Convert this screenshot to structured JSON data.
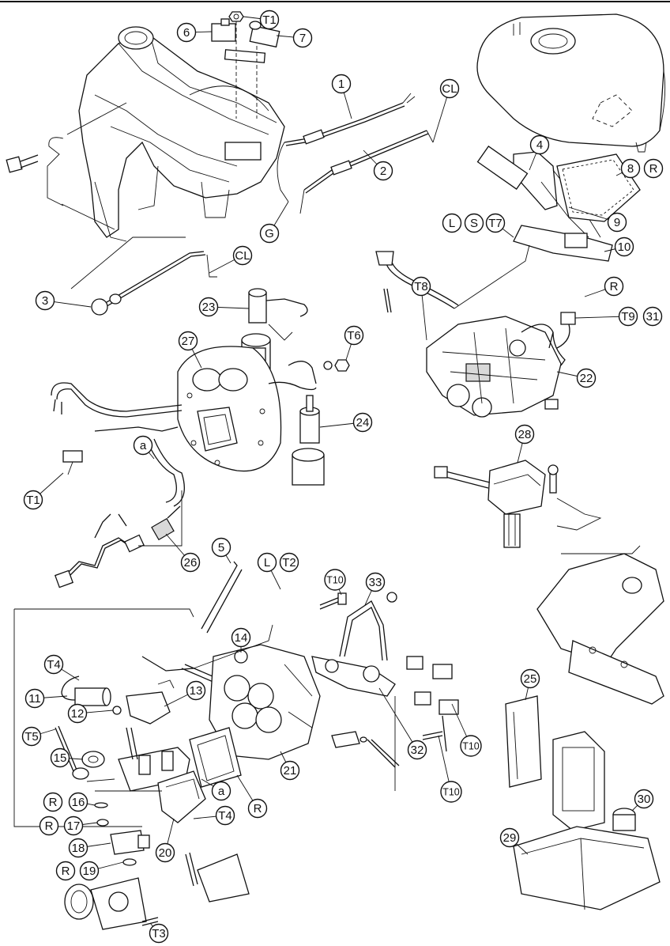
{
  "callouts": [
    {
      "id": "c-1",
      "label": "1"
    },
    {
      "id": "c-2",
      "label": "2"
    },
    {
      "id": "c-3",
      "label": "3"
    },
    {
      "id": "c-4",
      "label": "4"
    },
    {
      "id": "c-5",
      "label": "5"
    },
    {
      "id": "c-6",
      "label": "6"
    },
    {
      "id": "c-7",
      "label": "7"
    },
    {
      "id": "c-8",
      "label": "8"
    },
    {
      "id": "c-9",
      "label": "9"
    },
    {
      "id": "c-10",
      "label": "10"
    },
    {
      "id": "c-11",
      "label": "11"
    },
    {
      "id": "c-12",
      "label": "12"
    },
    {
      "id": "c-13",
      "label": "13"
    },
    {
      "id": "c-14",
      "label": "14"
    },
    {
      "id": "c-15",
      "label": "15"
    },
    {
      "id": "c-16",
      "label": "16"
    },
    {
      "id": "c-17",
      "label": "17"
    },
    {
      "id": "c-18",
      "label": "18"
    },
    {
      "id": "c-19",
      "label": "19"
    },
    {
      "id": "c-20",
      "label": "20"
    },
    {
      "id": "c-21",
      "label": "21"
    },
    {
      "id": "c-22",
      "label": "22"
    },
    {
      "id": "c-23",
      "label": "23"
    },
    {
      "id": "c-24",
      "label": "24"
    },
    {
      "id": "c-25",
      "label": "25"
    },
    {
      "id": "c-26",
      "label": "26"
    },
    {
      "id": "c-27",
      "label": "27"
    },
    {
      "id": "c-28",
      "label": "28"
    },
    {
      "id": "c-29",
      "label": "29"
    },
    {
      "id": "c-30",
      "label": "30"
    },
    {
      "id": "c-31",
      "label": "31"
    },
    {
      "id": "c-32",
      "label": "32"
    },
    {
      "id": "c-33",
      "label": "33"
    },
    {
      "id": "t1-top",
      "label": "T1"
    },
    {
      "id": "t1-left",
      "label": "T1"
    },
    {
      "id": "t2",
      "label": "T2"
    },
    {
      "id": "t3",
      "label": "T3"
    },
    {
      "id": "t4-top",
      "label": "T4"
    },
    {
      "id": "t4-bottom",
      "label": "T4"
    },
    {
      "id": "t5",
      "label": "T5"
    },
    {
      "id": "t6",
      "label": "T6"
    },
    {
      "id": "t7",
      "label": "T7"
    },
    {
      "id": "t8",
      "label": "T8"
    },
    {
      "id": "t9",
      "label": "T9"
    },
    {
      "id": "t10-a",
      "label": "T10"
    },
    {
      "id": "t10-b",
      "label": "T10"
    },
    {
      "id": "t10-c",
      "label": "T10"
    },
    {
      "id": "cl-top",
      "label": "CL"
    },
    {
      "id": "cl-mid",
      "label": "CL"
    },
    {
      "id": "g",
      "label": "G"
    },
    {
      "id": "l-top",
      "label": "L"
    },
    {
      "id": "s-top",
      "label": "S"
    },
    {
      "id": "l-mid",
      "label": "L"
    },
    {
      "id": "r-8",
      "label": "R"
    },
    {
      "id": "r-tank",
      "label": "R"
    },
    {
      "id": "r-gasket",
      "label": "R"
    },
    {
      "id": "r-16",
      "label": "R"
    },
    {
      "id": "r-17",
      "label": "R"
    },
    {
      "id": "r-19",
      "label": "R"
    },
    {
      "id": "a-hose",
      "label": "a"
    },
    {
      "id": "a-tb",
      "label": "a"
    }
  ]
}
